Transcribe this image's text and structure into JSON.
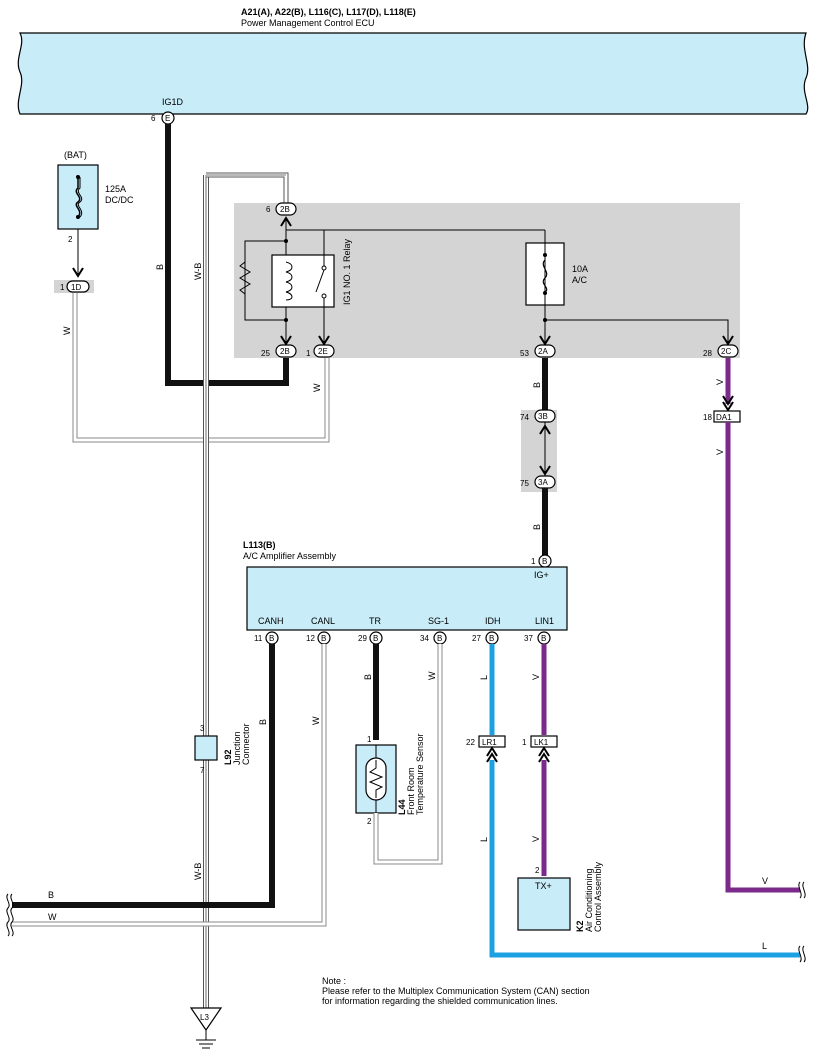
{
  "ecu": {
    "code": "A21(A), A22(B), L116(C), L117(D), L118(E)",
    "name": "Power Management Control ECU",
    "pin_label": "IG1D",
    "pin_num": "6",
    "pin_conn": "E"
  },
  "bat": {
    "label": "(BAT)",
    "fuse": "125A",
    "fuse2": "DC/DC",
    "pin": "2"
  },
  "relay": {
    "name": "IG1 NO. 1 Relay"
  },
  "fuse_ac": {
    "rating": "10A",
    "name": "A/C"
  },
  "junction_block_connectors": {
    "c_1d": {
      "num": "1",
      "conn": "1D"
    },
    "c_2b_top": {
      "num": "6",
      "conn": "2B"
    },
    "c_2b_bot": {
      "num": "25",
      "conn": "2B"
    },
    "c_2e": {
      "num": "1",
      "conn": "2E"
    },
    "c_2a": {
      "num": "53",
      "conn": "2A"
    },
    "c_2c": {
      "num": "28",
      "conn": "2C"
    }
  },
  "inline": {
    "da1": {
      "num": "18",
      "conn": "DA1"
    },
    "c_3b": {
      "num": "74",
      "conn": "3B"
    },
    "c_3a": {
      "num": "75",
      "conn": "3A"
    },
    "lr1": {
      "num": "22",
      "conn": "LR1"
    },
    "lk1": {
      "num": "1",
      "conn": "LK1"
    }
  },
  "amp": {
    "code": "L113(B)",
    "name": "A/C Amplifier Assembly",
    "top_pin_num": "1",
    "top_pin_conn": "B",
    "top_label": "IG+",
    "pins": [
      {
        "label": "CANH",
        "num": "11",
        "conn": "B"
      },
      {
        "label": "CANL",
        "num": "12",
        "conn": "B"
      },
      {
        "label": "TR",
        "num": "29",
        "conn": "B"
      },
      {
        "label": "SG-1",
        "num": "34",
        "conn": "B"
      },
      {
        "label": "IDH",
        "num": "27",
        "conn": "B"
      },
      {
        "label": "LIN1",
        "num": "37",
        "conn": "B"
      }
    ]
  },
  "wire_colors": {
    "b": "B",
    "w": "W",
    "wb": "W-B",
    "v": "V",
    "l": "L"
  },
  "colors": {
    "ecu_fill": "#c8ecf8",
    "jb_fill": "#d4d4d4",
    "wire_b": "#111111",
    "wire_v": "#7b2a8c",
    "wire_l": "#1ba1e2"
  },
  "junction_connector": {
    "code": "L92",
    "name1": "Junction",
    "name2": "Connector",
    "pin_top": "3",
    "pin_bot": "7"
  },
  "sensor": {
    "code": "L44",
    "name1": "Front Room",
    "name2": "Temperature Sensor",
    "pin_top": "1",
    "pin_bot": "2"
  },
  "control": {
    "code": "K2",
    "name1": "Air Conditioning",
    "name2": "Control Assembly",
    "pin": "2",
    "label": "TX+"
  },
  "ground": {
    "label": "L3"
  },
  "note": {
    "title": "Note :",
    "line1": "Please refer to the Multiplex Communication System (CAN) section",
    "line2": "for information regarding the shielded communication lines."
  }
}
